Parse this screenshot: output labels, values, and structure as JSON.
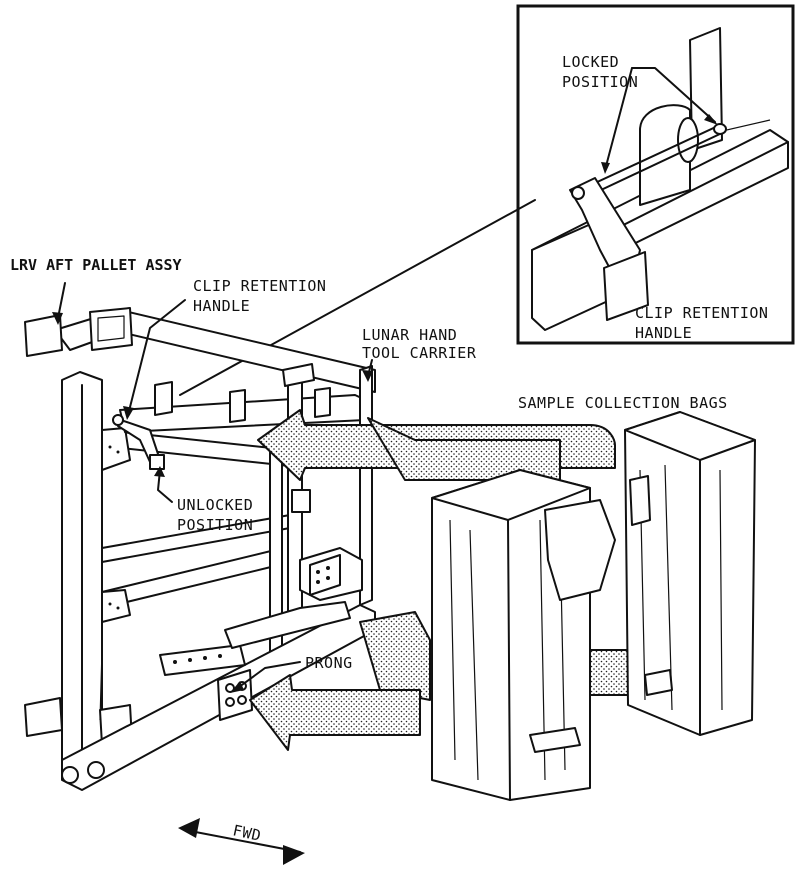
{
  "labels": {
    "lrv_aft_pallet": "LRV AFT PALLET ASSY",
    "clip_retention_handle_main": [
      "CLIP RETENTION",
      "HANDLE"
    ],
    "lunar_hand_tool_carrier": [
      "LUNAR HAND",
      "TOOL CARRIER"
    ],
    "sample_collection_bags": "SAMPLE COLLECTION BAGS",
    "unlocked_position": [
      "UNLOCKED",
      "POSITION"
    ],
    "prong": "PRONG",
    "locked_position": [
      "LOCKED",
      "POSITION"
    ],
    "clip_retention_handle_inset": [
      "CLIP RETENTION",
      "HANDLE"
    ],
    "fwd": "FWD"
  },
  "icons": {
    "fwd_arrow": "double-headed-arrow-icon"
  }
}
